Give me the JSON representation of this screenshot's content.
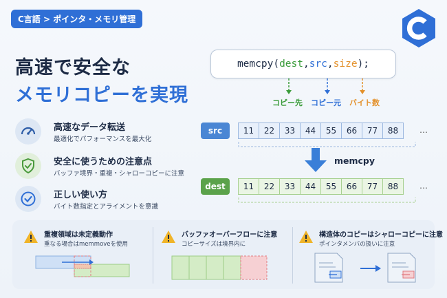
{
  "header": {
    "tag": "C言語 > ポインタ・メモリ管理",
    "title_line1": "高速で安全な",
    "title_line2": "メモリコピーを実現"
  },
  "code": {
    "func": "memcpy",
    "open": "(",
    "arg1": "dest",
    "sep1": ", ",
    "arg2": "src",
    "sep2": ", ",
    "arg3": "size",
    "close": ");"
  },
  "arg_labels": {
    "dest": "コピー先",
    "src": "コピー元",
    "size": "バイト数"
  },
  "features": [
    {
      "icon": "speedometer-icon",
      "title": "高速なデータ転送",
      "desc": "最適化でパフォーマンスを最大化"
    },
    {
      "icon": "shield-check-icon",
      "title": "安全に使うための注意点",
      "desc": "バッファ境界・重複・シャローコピーに注意"
    },
    {
      "icon": "check-circle-icon",
      "title": "正しい使い方",
      "desc": "バイト数指定とアライメントを意識"
    }
  ],
  "memory": {
    "src_label": "src",
    "dest_label": "dest",
    "src_values": [
      "11",
      "22",
      "33",
      "44",
      "55",
      "66",
      "77",
      "88"
    ],
    "dest_values": [
      "11",
      "22",
      "33",
      "44",
      "55",
      "66",
      "77",
      "88"
    ],
    "ellipsis": "…",
    "arrow_label": "memcpy"
  },
  "warnings": [
    {
      "title": "重複領域は未定義動作",
      "desc": "重なる場合はmemmoveを使用"
    },
    {
      "title": "バッファオーバーフローに注意",
      "desc": "コピーサイズは境界内に"
    },
    {
      "title": "構造体のコピーはシャローコピーに注意",
      "desc": "ポインタメンバの扱いに注意"
    }
  ],
  "colors": {
    "accent": "#2f6fd6",
    "src": "#4a86d4",
    "dest": "#5ba24a",
    "warning": "#f0b429",
    "danger": "#e07b82"
  }
}
